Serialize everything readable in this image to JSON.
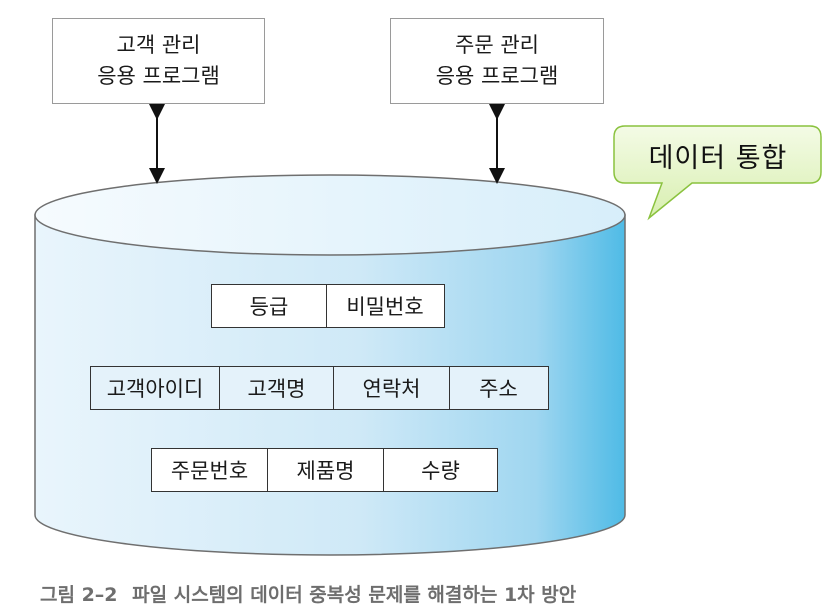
{
  "apps": {
    "customer": {
      "line1": "고객 관리",
      "line2": "응용 프로그램"
    },
    "order": {
      "line1": "주문 관리",
      "line2": "응용 프로그램"
    }
  },
  "callout": {
    "text": "데이터 통합"
  },
  "database": {
    "rows": [
      [
        "등급",
        "비밀번호"
      ],
      [
        "고객아이디",
        "고객명",
        "연락처",
        "주소"
      ],
      [
        "주문번호",
        "제품명",
        "수량"
      ]
    ]
  },
  "caption": {
    "label": "그림 2–2",
    "text": "파일 시스템의 데이터 중복성 문제를 해결하는 1차 방안"
  },
  "colors": {
    "cylinder_light": "#e9f5fc",
    "cylinder_mid": "#c9e6f6",
    "cylinder_dark": "#5bbfe6",
    "callout_fill": "#e6f5c5",
    "callout_stroke": "#8ac23e",
    "row1_fill": "#ffffff",
    "row2_fill": "#e4f2fa",
    "row3_fill": "#ffffff"
  }
}
